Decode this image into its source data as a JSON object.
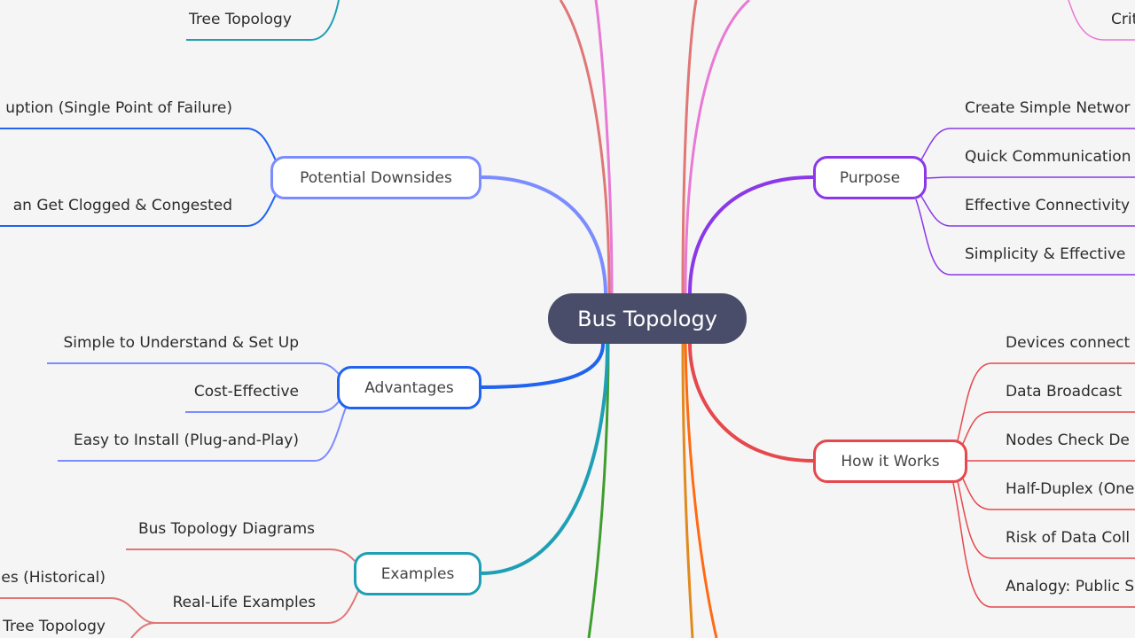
{
  "central": {
    "label": "Bus Topology",
    "color": "#4a4d69"
  },
  "branches": {
    "downsides": {
      "label": "Potential Downsides",
      "color": "#7b8cff",
      "leaf_color": "#1f63f0",
      "items": [
        "uption (Single Point of Failure)",
        "an Get Clogged & Congested"
      ]
    },
    "advantages": {
      "label": "Advantages",
      "color": "#1f63f0",
      "leaf_color": "#7b8cff",
      "items": [
        "Simple to Understand & Set Up",
        "Cost-Effective",
        "Easy to Install (Plug-and-Play)"
      ]
    },
    "examples": {
      "label": "Examples",
      "color": "#1f9fb5",
      "leaf_color": "#e07676",
      "items": [
        "Bus Topology Diagrams",
        "Real-Life Examples"
      ],
      "real_life": [
        "es (Historical)",
        "Tree Topology"
      ]
    },
    "purpose": {
      "label": "Purpose",
      "color": "#8a38e8",
      "items": [
        "Create Simple Networ",
        "Quick Communication",
        "Effective Connectivity",
        "Simplicity & Effective"
      ]
    },
    "how": {
      "label": "How it Works",
      "color": "#e5484d",
      "items": [
        "Devices connect",
        "Data Broadcast",
        "Nodes Check De",
        "Half-Duplex (One",
        "Risk of Data Coll",
        "Analogy: Public S"
      ]
    }
  },
  "top_left_leaf": {
    "label": "Tree Topology",
    "color": "#1f9fb5"
  },
  "top_right_leaf": {
    "label": "Crit",
    "color": "#e879d4"
  }
}
